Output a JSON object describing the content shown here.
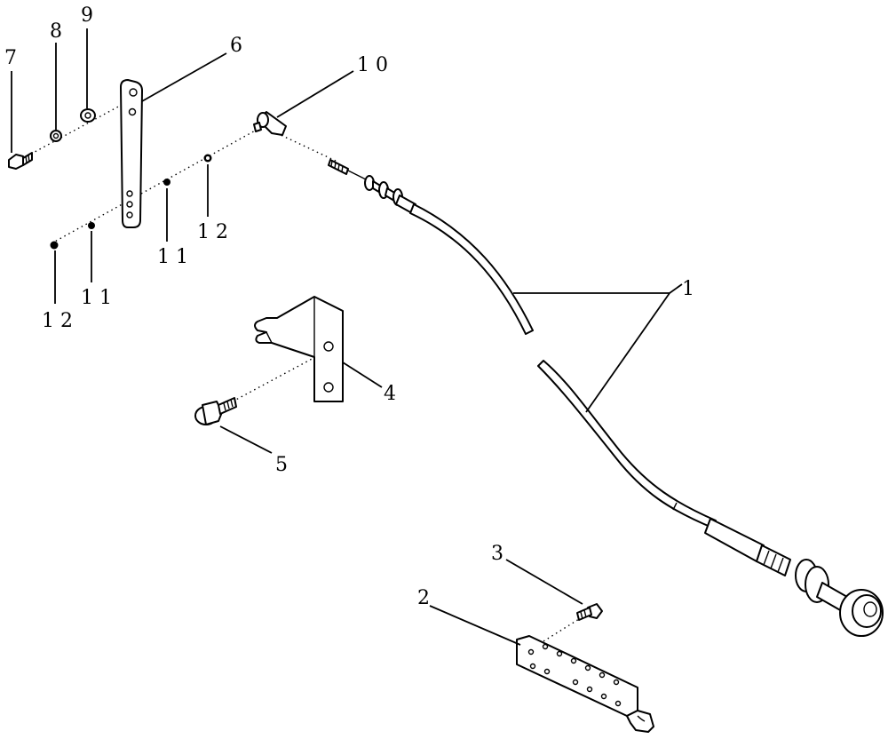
{
  "labels": {
    "l1": "1",
    "l2": "2",
    "l3": "3",
    "l4": "4",
    "l5": "5",
    "l6": "6",
    "l7": "7",
    "l8": "8",
    "l9": "9",
    "l10": "1 0",
    "l11a": "1 1",
    "l11b": "1 1",
    "l12a": "1 2",
    "l12b": "1 2"
  }
}
